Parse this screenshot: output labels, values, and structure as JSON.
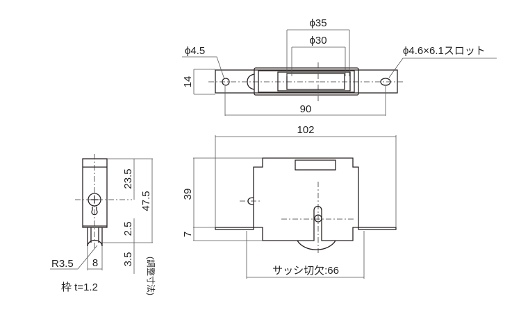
{
  "top_view": {
    "phi35": "ϕ35",
    "phi30": "ϕ30",
    "hole_left": "ϕ4.5",
    "hole_right": "ϕ4.6×6.1スロット",
    "height": "14",
    "pitch": "90"
  },
  "front_view": {
    "width": "102",
    "height": "39",
    "plate_offset": "7",
    "sash_cutout": "サッシ切欠:66"
  },
  "side_view": {
    "upper": "23.5",
    "total": "47.5",
    "adjust_a": "2.5",
    "adjust_b": "3.5",
    "adjust_note": "(調整寸法)",
    "radius": "R3.5",
    "wheel_width": "8",
    "frame_thickness": "枠 t=1.2"
  }
}
